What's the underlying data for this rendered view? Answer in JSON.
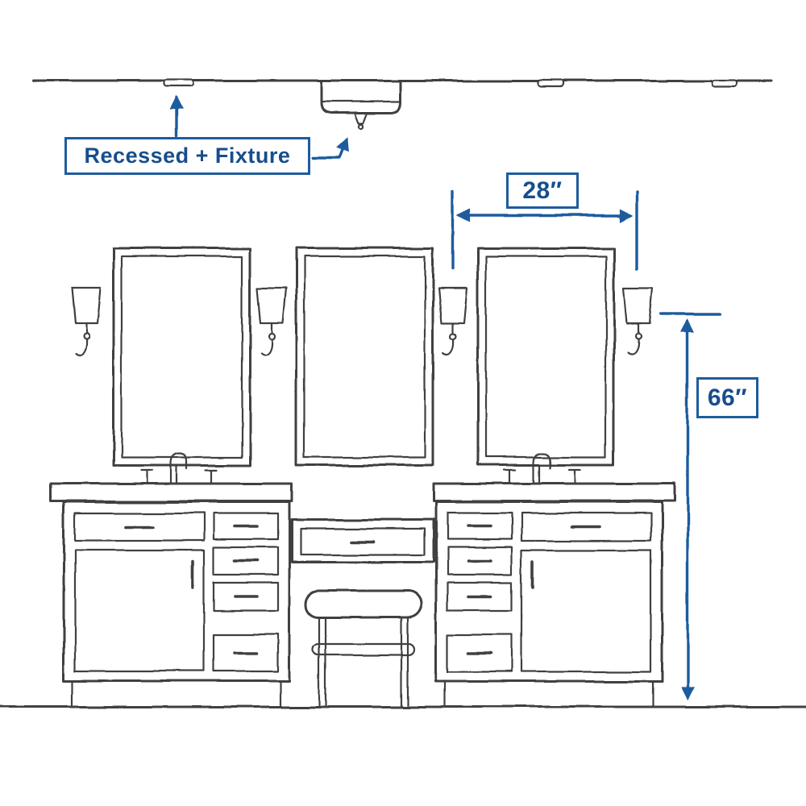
{
  "diagram": {
    "type": "installation-dimension-diagram",
    "description": "Bath double vanity elevation with three mirrors, four wall sconces, recessed ceiling lights and a flush-mount fixture, with mounting dimensions",
    "labels": {
      "fixture_label": "Recessed + Fixture",
      "width_dimension": "28″",
      "height_dimension": "66″"
    },
    "colors": {
      "accent_blue": "#1E5C9E",
      "text_blue": "#174E8C",
      "line_dark": "#3F3F3F",
      "background": "#FFFFFF"
    }
  }
}
